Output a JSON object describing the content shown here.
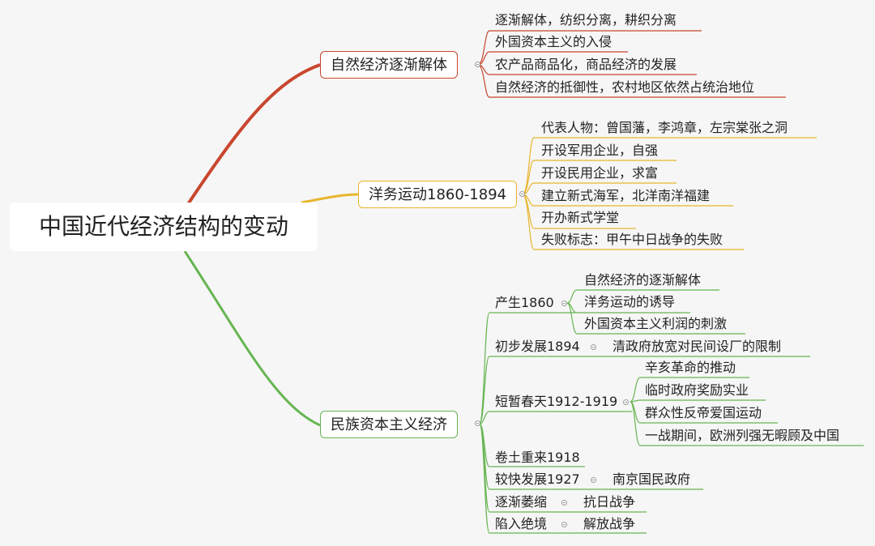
{
  "root": {
    "label": "中国近代经济结构的变动"
  },
  "branches": {
    "natural": {
      "label": "自然经济逐渐解体",
      "items": [
        "逐渐解体，纺织分离，耕织分离",
        "外国资本主义的入侵",
        "农产品商品化，商品经济的发展",
        "自然经济的抵御性，农村地区依然占统治地位"
      ]
    },
    "yangwu": {
      "label": "洋务运动1860-1894",
      "items": [
        "代表人物：曾国藩，李鸿章，左宗棠张之洞",
        "开设军用企业，自强",
        "开设民用企业，求富",
        "建立新式海军，北洋南洋福建",
        "开办新式学堂",
        "失败标志：甲午中日战争的失败"
      ]
    },
    "national": {
      "label": "民族资本主义经济",
      "stages": [
        {
          "label": "产生1860",
          "children": [
            "自然经济的逐渐解体",
            "洋务运动的诱导",
            "外国资本主义利润的刺激"
          ]
        },
        {
          "label": "初步发展1894",
          "children": [
            "清政府放宽对民间设厂的限制"
          ]
        },
        {
          "label": "短暂春天1912-1919",
          "children": [
            "辛亥革命的推动",
            "临时政府奖励实业",
            "群众性反帝爱国运动",
            "一战期间，欧洲列强无暇顾及中国"
          ]
        },
        {
          "label": "卷土重来1918",
          "children": []
        },
        {
          "label": "较快发展1927",
          "children": [
            "南京国民政府"
          ]
        },
        {
          "label": "逐渐萎缩",
          "children": [
            "抗日战争"
          ]
        },
        {
          "label": "陷入绝境",
          "children": [
            "解放战争"
          ]
        }
      ]
    }
  },
  "colors": {
    "red": "#c8472e",
    "yellow": "#e8b52c",
    "green": "#67b552",
    "background": "#f6f6f6"
  }
}
